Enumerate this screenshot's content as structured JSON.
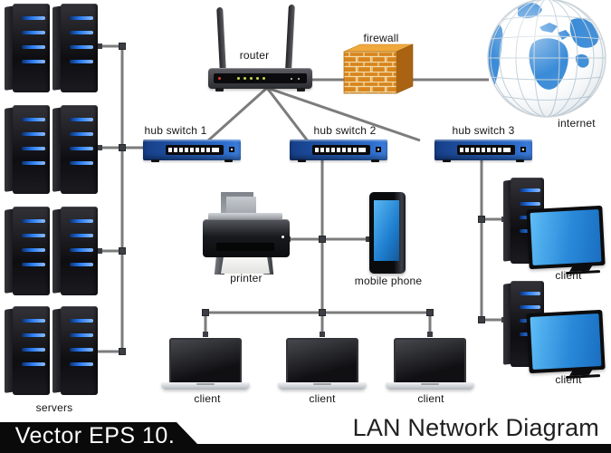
{
  "title": "LAN Network Diagram",
  "watermark": "Vector EPS 10.",
  "labels": {
    "servers": "servers",
    "router": "router",
    "firewall": "firewall",
    "internet": "internet",
    "hub_switch_1": "hub switch 1",
    "hub_switch_2": "hub switch 2",
    "hub_switch_3": "hub switch 3",
    "printer": "printer",
    "mobile_phone": "mobile phone",
    "laptop_client_1": "client",
    "laptop_client_2": "client",
    "laptop_client_3": "client",
    "desktop_client_1": "client",
    "desktop_client_2": "client"
  },
  "connections": [
    {
      "from": "servers",
      "to": "hub switch 1"
    },
    {
      "from": "hub switch 1",
      "to": "router"
    },
    {
      "from": "hub switch 2",
      "to": "router"
    },
    {
      "from": "hub switch 3",
      "to": "router"
    },
    {
      "from": "router",
      "to": "firewall"
    },
    {
      "from": "firewall",
      "to": "internet"
    },
    {
      "from": "hub switch 2",
      "to": "printer"
    },
    {
      "from": "hub switch 2",
      "to": "mobile phone"
    },
    {
      "from": "hub switch 2",
      "to": "laptop clients"
    },
    {
      "from": "hub switch 3",
      "to": "desktop clients"
    }
  ],
  "colors": {
    "switch_blue": "#2e6ecd",
    "led_blue": "#2b7df0",
    "screen_blue": "#2a8ada",
    "firewall_orange": "#d8851e",
    "globe_land_blue": "#3a8bd8",
    "cable_gray": "#7c7c7c",
    "banner_black": "#0a0a0a",
    "background": "#ffffff"
  }
}
